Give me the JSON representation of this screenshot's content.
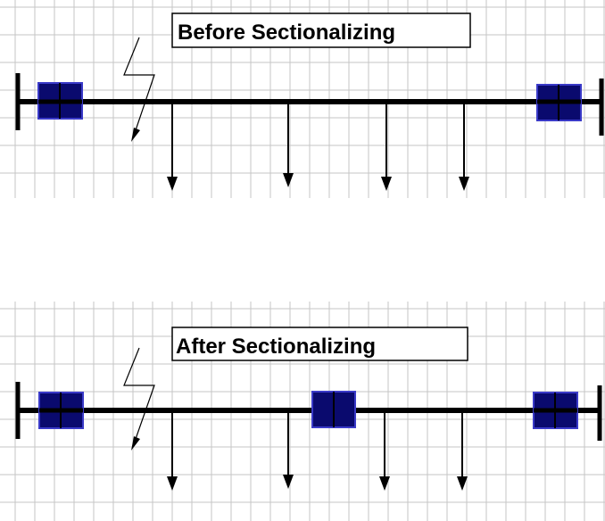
{
  "panels": [
    {
      "id": "before",
      "title": "Before Sectionalizing",
      "breakers": [
        "source-breaker",
        "end-breaker"
      ]
    },
    {
      "id": "after",
      "title": "After Sectionalizing",
      "breakers": [
        "source-breaker",
        "sectionalizing-breaker",
        "end-breaker"
      ]
    }
  ],
  "colors": {
    "grid": "#c6c6c6",
    "line": "#000000",
    "breaker_fill": "#0a0a6e",
    "breaker_border": "#3a3ac8"
  },
  "icons": {
    "fault": "lightning-bolt-icon",
    "load": "arrow-down-icon"
  }
}
